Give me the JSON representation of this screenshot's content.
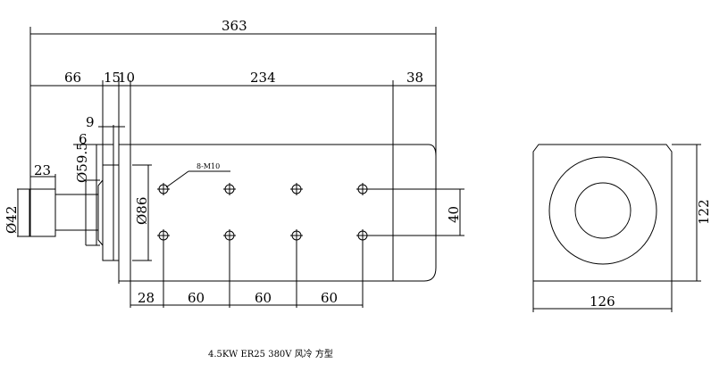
{
  "drawing": {
    "caption": "4.5KW ER25 380V 风冷 方型",
    "front_view": {
      "overall_length": "363",
      "segments": [
        "66",
        "15",
        "10",
        "234",
        "38"
      ],
      "flange_offset_1": "9",
      "flange_offset_2": "6",
      "nose_length": "23",
      "diameter_nose": "Ø42",
      "diameter_pilot": "Ø59.5",
      "diameter_flange": "Ø86",
      "hole_callout": "8-M10",
      "hole_spacing_vertical": "40",
      "hole_pitch": [
        "28",
        "60",
        "60",
        "60"
      ]
    },
    "side_view": {
      "height": "122",
      "width": "126"
    }
  }
}
